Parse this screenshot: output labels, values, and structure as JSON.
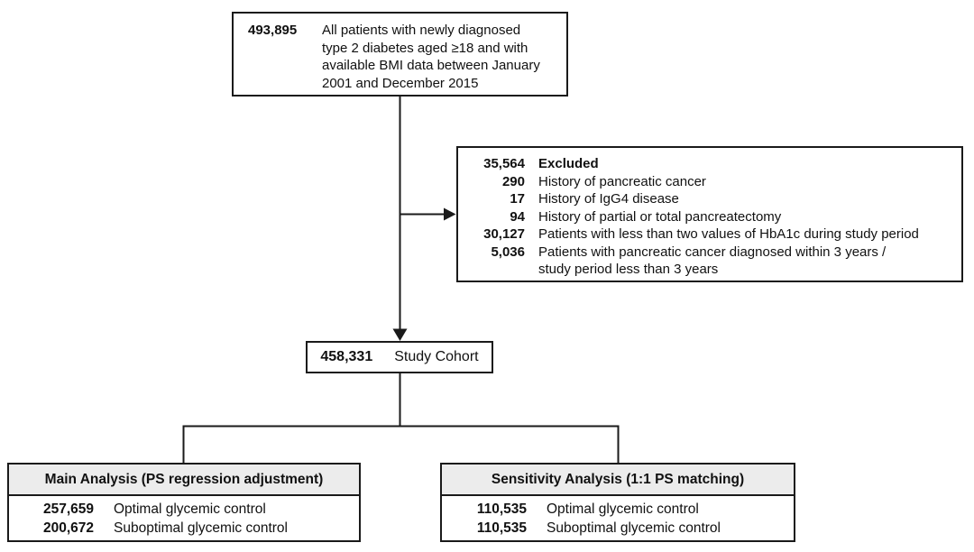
{
  "flowchart": {
    "initial": {
      "count": "493,895",
      "label": "All patients with newly diagnosed\ntype 2 diabetes aged ≥18 and with\navailable BMI data between January\n2001 and December 2015"
    },
    "excluded": {
      "count": "35,564",
      "title": "Excluded",
      "items": [
        {
          "count": "290",
          "label": "History of pancreatic cancer"
        },
        {
          "count": "17",
          "label": "History of IgG4 disease"
        },
        {
          "count": "94",
          "label": "History of partial or total pancreatectomy"
        },
        {
          "count": "30,127",
          "label": "Patients with less than two values of HbA1c during study period"
        },
        {
          "count": "5,036",
          "label": "Patients with pancreatic cancer diagnosed within 3 years /\nstudy period less than 3 years"
        }
      ]
    },
    "cohort": {
      "count": "458,331",
      "label": "Study Cohort"
    },
    "analyses": [
      {
        "title": "Main Analysis (PS regression adjustment)",
        "rows": [
          {
            "count": "257,659",
            "label": "Optimal glycemic control"
          },
          {
            "count": "200,672",
            "label": "Suboptimal glycemic control"
          }
        ]
      },
      {
        "title": "Sensitivity Analysis (1:1 PS matching)",
        "rows": [
          {
            "count": "110,535",
            "label": "Optimal glycemic control"
          },
          {
            "count": "110,535",
            "label": "Suboptimal glycemic control"
          }
        ]
      }
    ],
    "colors": {
      "border": "#1a1a1a",
      "line": "#1a1a1a",
      "header_bg": "#ececec",
      "background": "#ffffff"
    }
  }
}
